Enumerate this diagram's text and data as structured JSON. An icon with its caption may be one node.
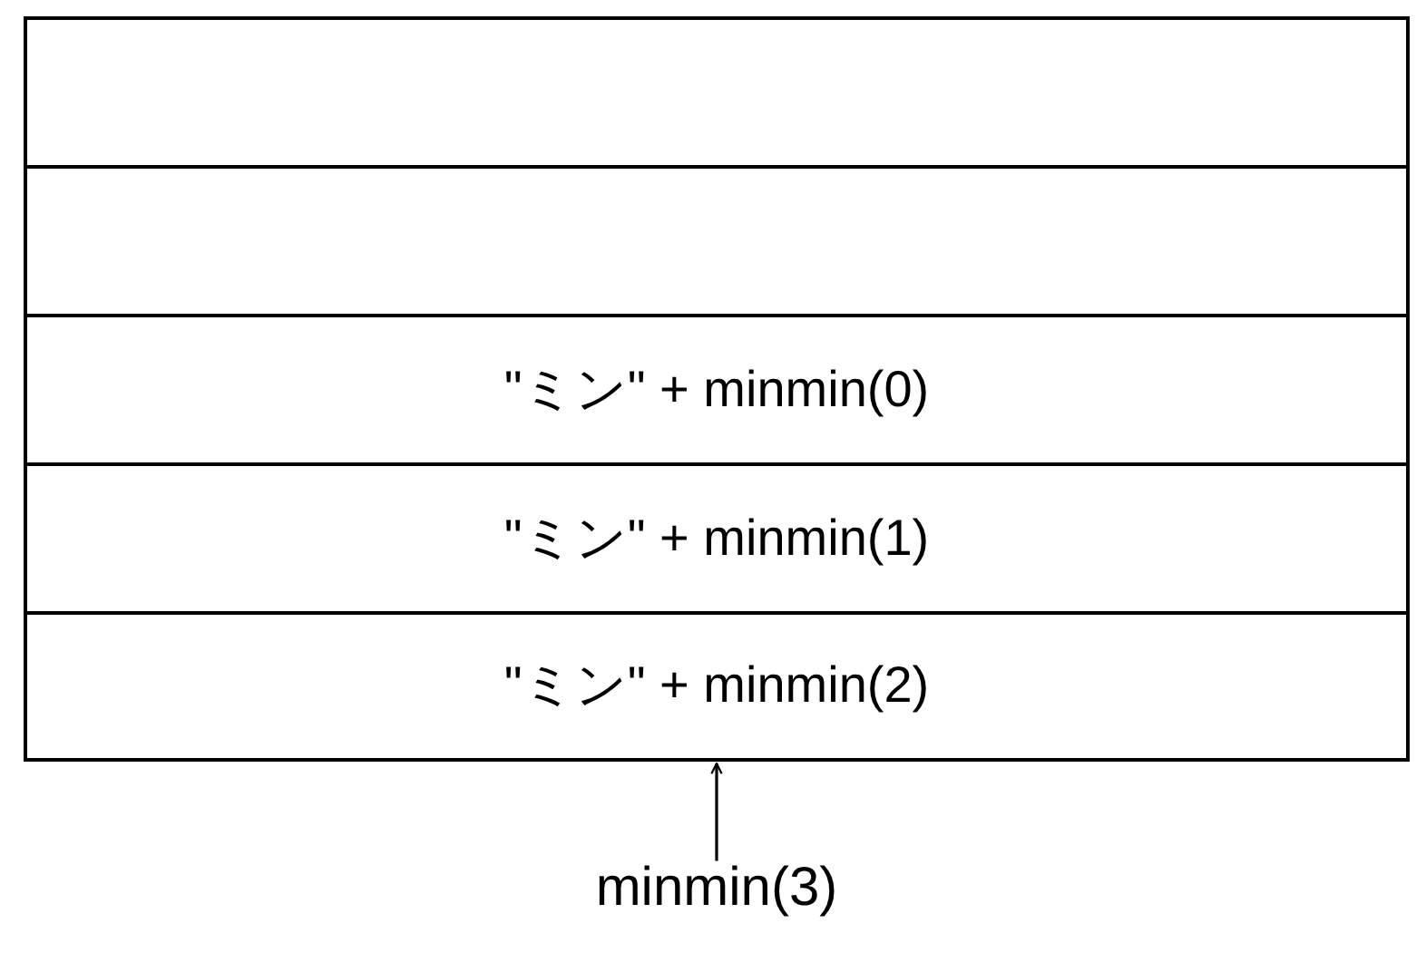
{
  "diagram": {
    "nodes": [
      {
        "text": [],
        "shape": "box"
      },
      {
        "text": [],
        "shape": "box"
      },
      {
        "text": [
          "\"ミン\" + minmin(0)"
        ]
      },
      {
        "text": [
          "\"ミン\" + minmin(1)"
        ]
      },
      {
        "text": [
          "\"ミン\" + minmin(2)"
        ]
      },
      {
        "text": [
          "minmin(3)"
        ]
      }
    ],
    "edges": [
      {
        "from": 5,
        "to": 4,
        "arrow": "to"
      }
    ]
  }
}
